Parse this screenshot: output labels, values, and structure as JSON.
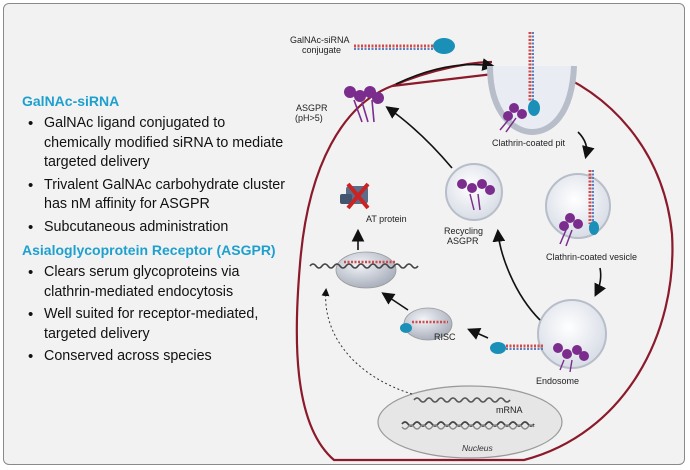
{
  "left_panel": {
    "sections": [
      {
        "title": "GalNAc-siRNA",
        "bullets": [
          "GalNAc ligand conjugated to chemically modified siRNA to mediate targeted delivery",
          "Trivalent GalNAc carbohydrate cluster has nM affinity for ASGPR",
          "Subcutaneous administration"
        ]
      },
      {
        "title": "Asialoglycoprotein Receptor (ASGPR)",
        "bullets": [
          "Clears serum glycoproteins via clathrin-mediated endocytosis",
          "Well suited for receptor-mediated, targeted delivery",
          "Conserved across species"
        ]
      }
    ]
  },
  "diagram": {
    "conjugate_label": [
      "GalNAc-siRNA",
      "conjugate"
    ],
    "asgpr_label": [
      "ASGPR",
      "(pH>5)"
    ],
    "pit_label": "Clathrin-coated pit",
    "vesicle_label": "Clathrin-coated vesicle",
    "endosome_label": "Endosome",
    "recycling_label": [
      "Recycling",
      "ASGPR"
    ],
    "at_protein_label": "AT protein",
    "risc_label": "RISC",
    "mrna_label": "mRNA",
    "nucleus_label": "Nucleus"
  },
  "colors": {
    "title_blue": "#1ea0cf",
    "cell_membrane": "#8b1a2b",
    "receptor_purple": "#7b2d8e",
    "galnac_teal": "#1a8fb8",
    "sirna_red": "#d24b4b",
    "sirna_blue": "#5a7fc0",
    "x_red": "#cc2222"
  }
}
